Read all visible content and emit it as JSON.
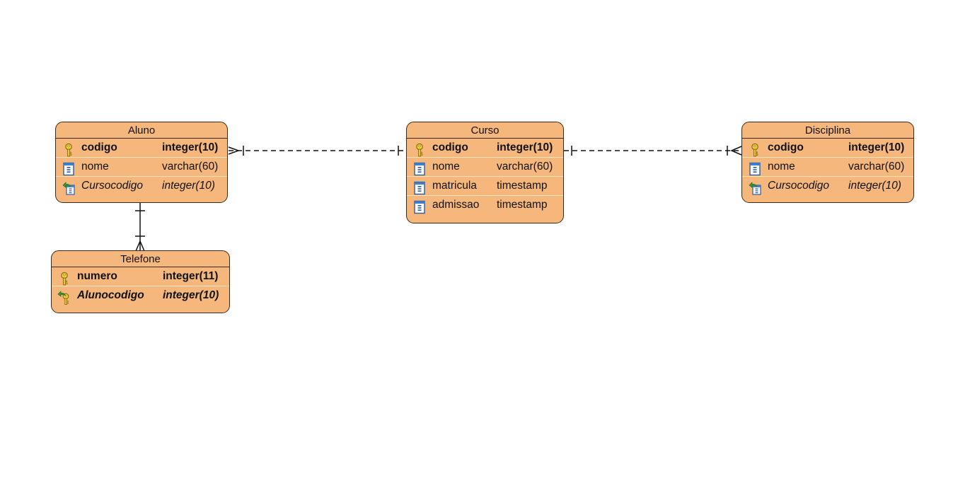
{
  "entities": {
    "aluno": {
      "name": "Aluno",
      "fields": [
        {
          "name": "codigo",
          "type": "integer(10)",
          "kind": "pk",
          "icon": "primary-key-icon"
        },
        {
          "name": "nome",
          "type": "varchar(60)",
          "kind": "column",
          "icon": "column-icon"
        },
        {
          "name": "Cursocodigo",
          "type": "integer(10)",
          "kind": "fk",
          "icon": "foreign-key-icon"
        }
      ]
    },
    "curso": {
      "name": "Curso",
      "fields": [
        {
          "name": "codigo",
          "type": "integer(10)",
          "kind": "pk",
          "icon": "primary-key-icon"
        },
        {
          "name": "nome",
          "type": "varchar(60)",
          "kind": "column",
          "icon": "column-icon"
        },
        {
          "name": "matricula",
          "type": "timestamp",
          "kind": "column",
          "icon": "column-icon"
        },
        {
          "name": "admissao",
          "type": "timestamp",
          "kind": "column",
          "icon": "column-icon"
        }
      ]
    },
    "disciplina": {
      "name": "Disciplina",
      "fields": [
        {
          "name": "codigo",
          "type": "integer(10)",
          "kind": "pk",
          "icon": "primary-key-icon"
        },
        {
          "name": "nome",
          "type": "varchar(60)",
          "kind": "column",
          "icon": "column-icon"
        },
        {
          "name": "Cursocodigo",
          "type": "integer(10)",
          "kind": "fk",
          "icon": "foreign-key-icon"
        }
      ]
    },
    "telefone": {
      "name": "Telefone",
      "fields": [
        {
          "name": "numero",
          "type": "integer(11)",
          "kind": "pk",
          "icon": "primary-key-icon"
        },
        {
          "name": "Alunocodigo",
          "type": "integer(10)",
          "kind": "pkfk",
          "icon": "primary-foreign-key-icon"
        }
      ]
    }
  },
  "relationships": [
    {
      "from": "curso",
      "to": "aluno",
      "style": "dashed",
      "from_end": "one",
      "to_end": "many"
    },
    {
      "from": "curso",
      "to": "disciplina",
      "style": "dashed",
      "from_end": "one",
      "to_end": "many"
    },
    {
      "from": "aluno",
      "to": "telefone",
      "style": "solid",
      "from_end": "one",
      "to_end": "one-or-many"
    }
  ],
  "colors": {
    "entity_fill": "#f5b77c",
    "entity_border": "#3a2a1a",
    "row_separator": "#f8e6c0",
    "connector": "#111111"
  }
}
